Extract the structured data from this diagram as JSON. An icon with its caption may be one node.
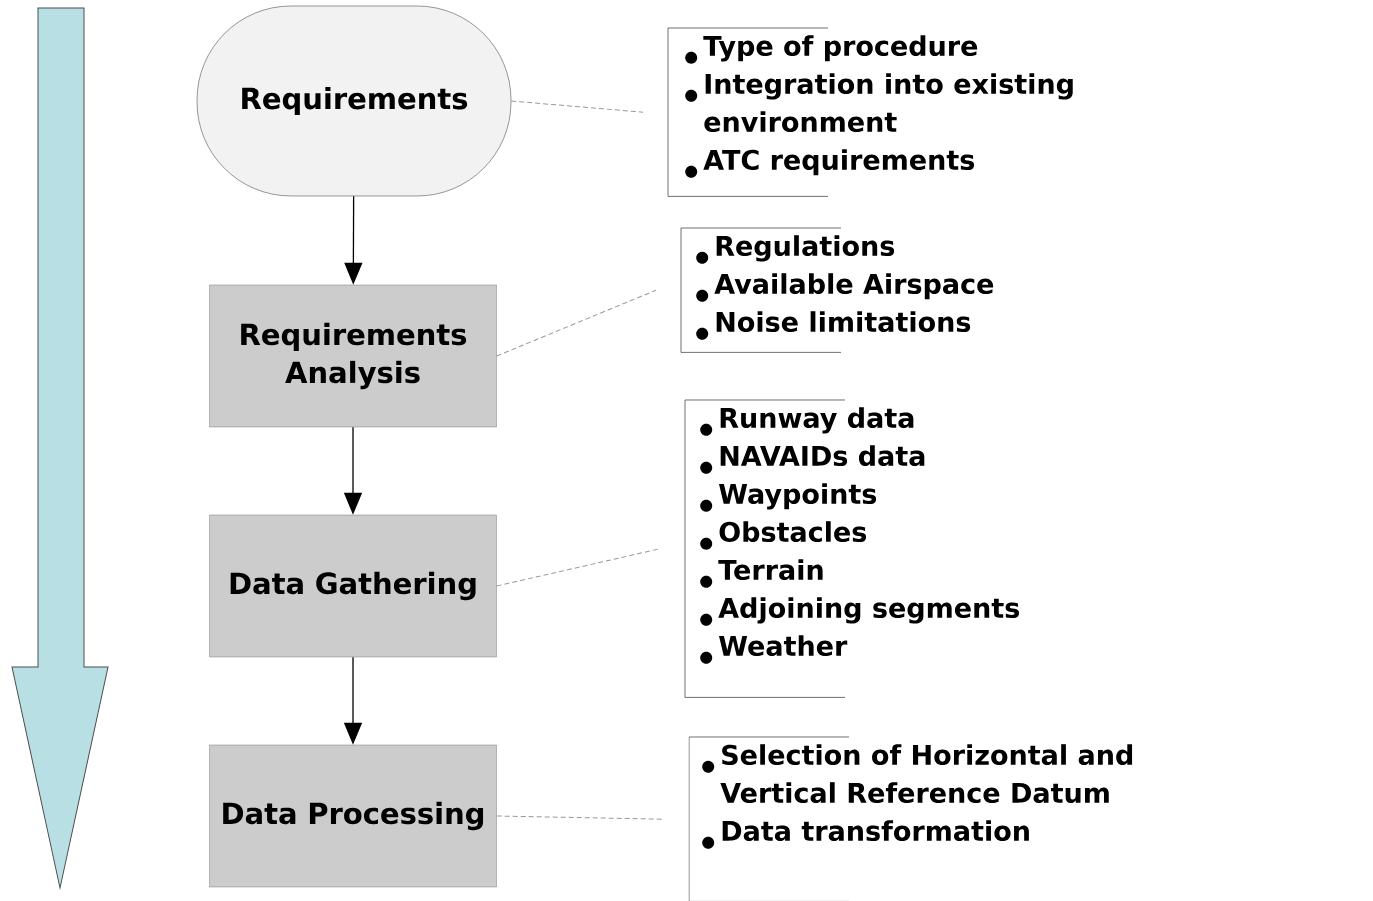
{
  "diagram": {
    "nodes": [
      {
        "text": [
          "Requirements"
        ]
      },
      {
        "text": [
          "Requirements Analysis"
        ]
      },
      {
        "text": [
          "Data Gathering"
        ]
      },
      {
        "text": [
          "Data Processing"
        ]
      },
      {
        "text": [
          "Type of procedure",
          "Integration into existing environment",
          "ATC requirements"
        ]
      },
      {
        "text": [
          "Regulations",
          "Available Airspace",
          "Noise limitations"
        ]
      },
      {
        "text": [
          "Runway data",
          "NAVAIDs data",
          "Waypoints",
          "Obstacles",
          "Terrain",
          "Adjoining segments",
          "Weather"
        ]
      },
      {
        "text": [
          "Selection of Horizontal and Vertical Reference Datum",
          "Data transformation"
        ]
      }
    ],
    "edges": [
      {
        "from": 0,
        "to": 1,
        "arrow": "to",
        "color": "#000000"
      },
      {
        "from": 1,
        "to": 2,
        "arrow": "to",
        "color": "#000000"
      },
      {
        "from": 2,
        "to": 3,
        "arrow": "to",
        "color": "#000000"
      },
      {
        "from": 0,
        "to": 4,
        "arrow": "none",
        "style": "dashed",
        "color": "#999999"
      },
      {
        "from": 1,
        "to": 5,
        "arrow": "none",
        "style": "dashed",
        "color": "#999999"
      },
      {
        "from": 2,
        "to": 6,
        "arrow": "none",
        "style": "dashed",
        "color": "#999999"
      },
      {
        "from": 3,
        "to": 7,
        "arrow": "none",
        "style": "dashed",
        "color": "#999999"
      }
    ]
  }
}
